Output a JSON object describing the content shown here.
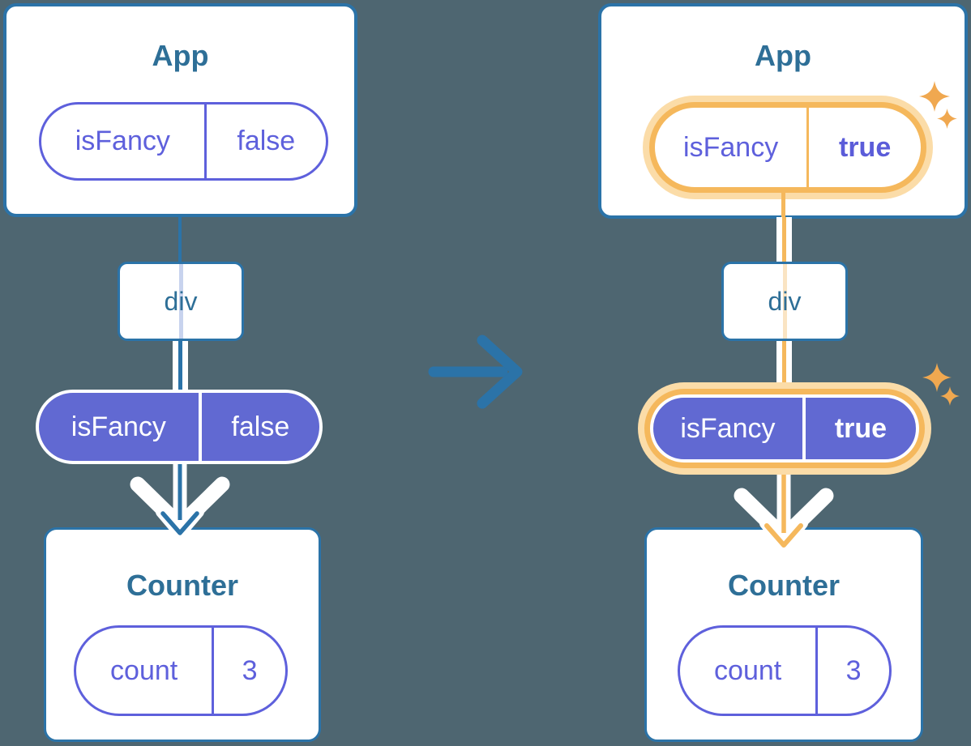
{
  "diagram": {
    "description": "React state flow diagram: isFancy prop passed from App through div to Counter, before and after the value changes"
  },
  "colors": {
    "background": "#4E6671",
    "card_border": "#2B73A8",
    "title_text": "#2E6F97",
    "purple_outline": "#5E60DC",
    "purple_fill": "#6169D2",
    "highlight_orange": "#F5B85C",
    "highlight_orange_pale": "#FBDCA8",
    "sparkle_orange": "#F0A850",
    "faded_line_left": "#C8D3EE",
    "faded_line_right": "#FAE4C3"
  },
  "before": {
    "app": {
      "title": "App",
      "state_pill": {
        "name": "isFancy",
        "value": "false"
      }
    },
    "div_box": {
      "label": "div"
    },
    "prop_pill": {
      "name": "isFancy",
      "value": "false"
    },
    "counter": {
      "title": "Counter",
      "state_pill": {
        "name": "count",
        "value": "3"
      }
    }
  },
  "after": {
    "app": {
      "title": "App",
      "state_pill": {
        "name": "isFancy",
        "value": "true"
      }
    },
    "div_box": {
      "label": "div"
    },
    "prop_pill": {
      "name": "isFancy",
      "value": "true"
    },
    "counter": {
      "title": "Counter",
      "state_pill": {
        "name": "count",
        "value": "3"
      }
    }
  }
}
